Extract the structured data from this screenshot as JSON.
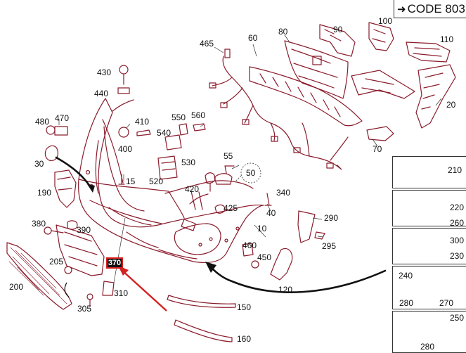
{
  "header": {
    "arrow": "➜",
    "code": "CODE 803"
  },
  "parts": {
    "p10": "10",
    "p15": "15",
    "p20": "20",
    "p30": "30",
    "p40": "40",
    "p50": "50",
    "p55": "55",
    "p60": "60",
    "p70": "70",
    "p80": "80",
    "p90": "90",
    "p100": "100",
    "p110": "110",
    "p120": "120",
    "p150": "150",
    "p160": "160",
    "p190": "190",
    "p200": "200",
    "p205": "205",
    "p210": "210",
    "p220": "220",
    "p230": "230",
    "p240": "240",
    "p250": "250",
    "p260": "260",
    "p270": "270",
    "p280a": "280",
    "p280b": "280",
    "p290": "290",
    "p295": "295",
    "p300": "300",
    "p305": "305",
    "p310": "310",
    "p340": "340",
    "p370": "370",
    "p380": "380",
    "p390": "390",
    "p400": "400",
    "p410": "410",
    "p420": "420",
    "p425": "425",
    "p430": "430",
    "p440": "440",
    "p450": "450",
    "p460": "460",
    "p465": "465",
    "p470": "470",
    "p480": "480",
    "p520": "520",
    "p530": "530",
    "p540": "540",
    "p550": "550",
    "p560": "560"
  },
  "colors": {
    "line": "#222222",
    "part": "#8a1c2c",
    "accent": "#d62020"
  }
}
